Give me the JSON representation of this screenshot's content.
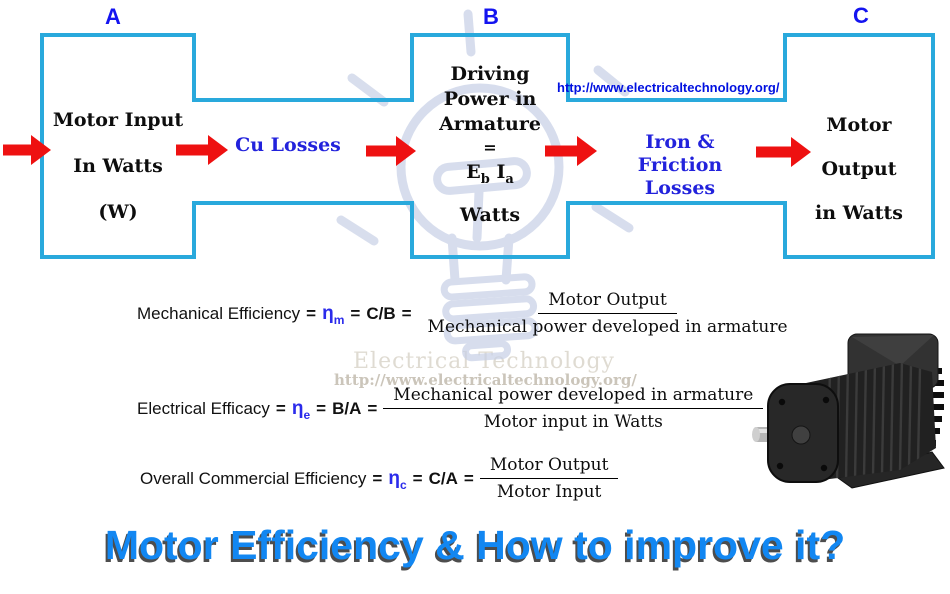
{
  "strings": {
    "eq": "="
  },
  "diagram": {
    "stage_labels": {
      "a": "A",
      "b": "B",
      "c": "C"
    },
    "url": "http://www.electricaltechnology.org/",
    "box_a": {
      "line1": "Motor Input",
      "line2": "In Watts",
      "line3": "(W)"
    },
    "cu_losses": "Cu Losses",
    "box_b": {
      "line1": "Driving",
      "line2": "Power in",
      "line3": "Armature",
      "equals": "=",
      "e": "E",
      "e_sub": "b",
      "i": "I",
      "i_sub": "a",
      "watts": "Watts"
    },
    "iron_friction": {
      "line1": "Iron & Friction",
      "line2": "Losses"
    },
    "box_c": {
      "line1": "Motor Output",
      "line2": "in Watts"
    }
  },
  "watermark": {
    "title": "Electrical Technology",
    "url": "http://www.electricaltechnology.org/"
  },
  "formulas": [
    {
      "label": "Mechanical Efficiency",
      "symbol": "η",
      "sub": "m",
      "ratio": "C/B",
      "numerator": "Motor Output",
      "denominator": "Mechanical power developed in armature"
    },
    {
      "label": "Electrical Efficacy",
      "symbol": "η",
      "sub": "e",
      "ratio": "B/A",
      "numerator": "Mechanical power developed in armature",
      "denominator": "Motor input in Watts"
    },
    {
      "label": "Overall Commercial Efficiency",
      "symbol": "η",
      "sub": "c",
      "ratio": "C/A",
      "numerator": "Motor Output",
      "denominator": "Motor Input"
    }
  ],
  "title": "Motor Efficiency & How to improve it?",
  "colors": {
    "box_border": "#29A9DC",
    "arrow_red": "#EE1111",
    "stage_label_blue": "#1414F0",
    "loss_label_blue": "#2222DC",
    "eta_blue": "#2B2BEB",
    "url_blue": "#0010E0",
    "title_blue": "#1287F2",
    "watermark_sketch": "#C7D0E6"
  }
}
